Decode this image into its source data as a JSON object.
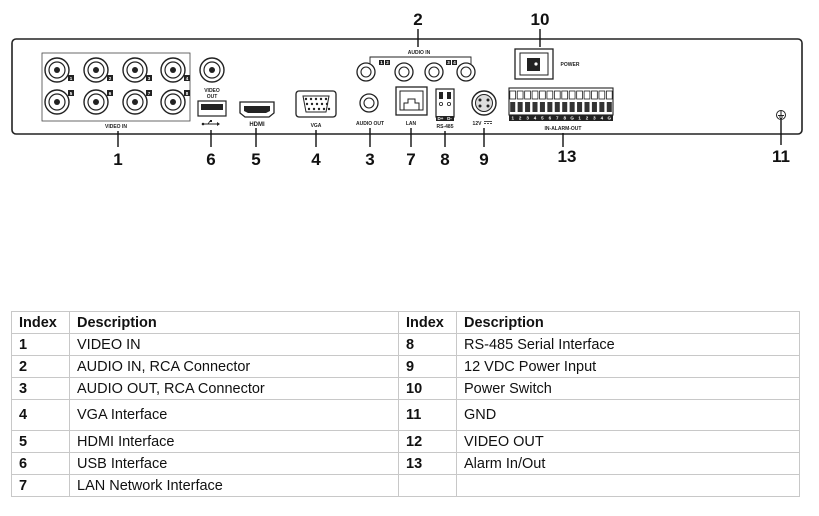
{
  "port_labels": {
    "video_in": "VIDEO IN",
    "video_out": [
      "VIDEO",
      "OUT"
    ],
    "audio_in": "AUDIO IN",
    "audio_out": "AUDIO OUT",
    "hdmi": "HDMI",
    "vga": "VGA",
    "lan": "LAN",
    "rs485": "RS-485",
    "power_input": "12V",
    "power": "POWER",
    "alarm": "IN-ALARM-OUT",
    "video_in_channels": [
      "1",
      "2",
      "3",
      "4",
      "5",
      "6",
      "7",
      "8"
    ],
    "audio_in_channels": [
      "1",
      "2",
      "3",
      "4"
    ],
    "rs485_pins": [
      "D+",
      "D-"
    ],
    "alarm_terminals": [
      "1",
      "2",
      "3",
      "4",
      "5",
      "6",
      "7",
      "8",
      "G",
      "1",
      "2",
      "3",
      "4",
      "G"
    ]
  },
  "callouts": [
    "1",
    "2",
    "3",
    "4",
    "5",
    "6",
    "7",
    "8",
    "9",
    "10",
    "11",
    "13"
  ],
  "table": {
    "headers": {
      "index": "Index",
      "description": "Description"
    },
    "rows": [
      {
        "left_index": "1",
        "left_desc": "VIDEO IN",
        "right_index": "8",
        "right_desc": "RS-485 Serial Interface"
      },
      {
        "left_index": "2",
        "left_desc": "AUDIO IN, RCA Connector",
        "right_index": "9",
        "right_desc": "12 VDC Power Input"
      },
      {
        "left_index": "3",
        "left_desc": "AUDIO OUT, RCA Connector",
        "right_index": "10",
        "right_desc": "Power Switch"
      },
      {
        "left_index": "4",
        "left_desc": "VGA Interface",
        "right_index": "11",
        "right_desc": "GND"
      },
      {
        "left_index": "5",
        "left_desc": "HDMI Interface",
        "right_index": "12",
        "right_desc": "VIDEO OUT"
      },
      {
        "left_index": "6",
        "left_desc": "USB Interface",
        "right_index": "13",
        "right_desc": "Alarm In/Out"
      },
      {
        "left_index": "7",
        "left_desc": "LAN Network Interface",
        "right_index": "",
        "right_desc": ""
      }
    ]
  }
}
